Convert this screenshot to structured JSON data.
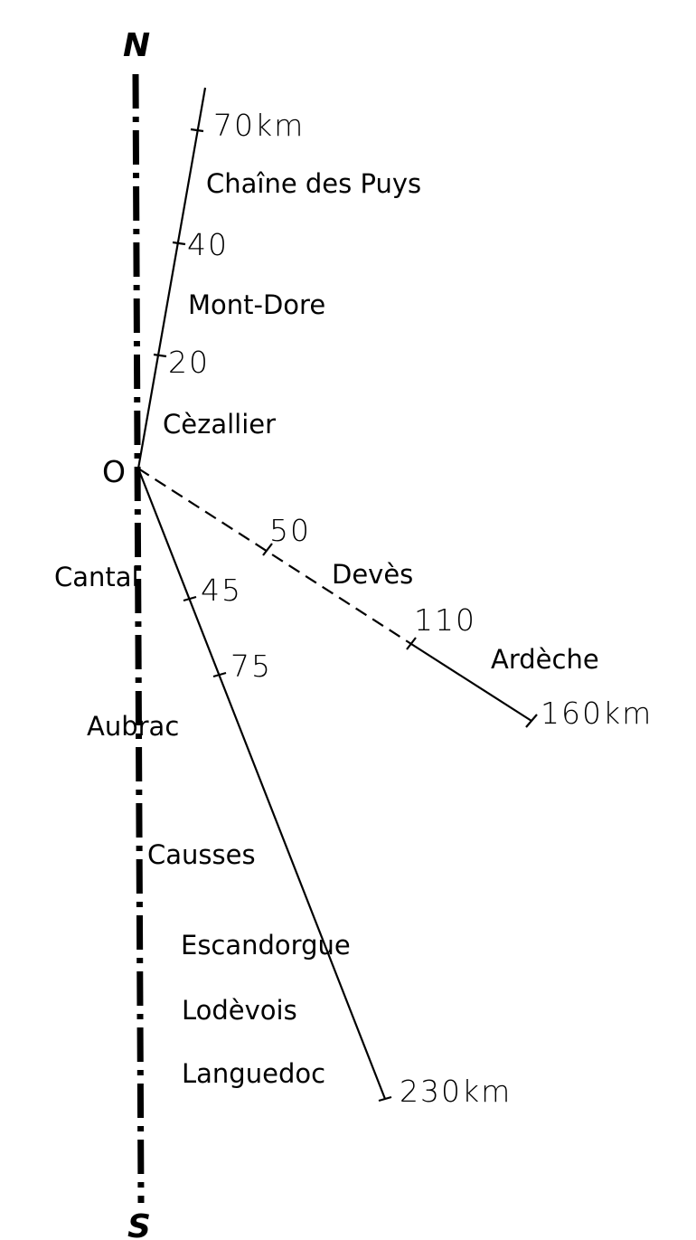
{
  "compass": {
    "north": "N",
    "south": "S"
  },
  "origin": "O",
  "profiles": {
    "north": {
      "ticks": [
        "20",
        "40",
        "70km"
      ]
    },
    "east": {
      "ticks": [
        "50",
        "110",
        "160km"
      ]
    },
    "south": {
      "ticks": [
        "45",
        "75",
        "230km"
      ]
    }
  },
  "regions": {
    "chaine_des_puys": "Chaîne des Puys",
    "mont_dore": "Mont-Dore",
    "cezallier": "Cèzallier",
    "cantal": "Cantal",
    "deves": "Devès",
    "ardeche": "Ardèche",
    "aubrac": "Aubrac",
    "causses": "Causses",
    "escandorgue": "Escandorgue",
    "lodevois": "Lodèvois",
    "languedoc": "Languedoc"
  }
}
